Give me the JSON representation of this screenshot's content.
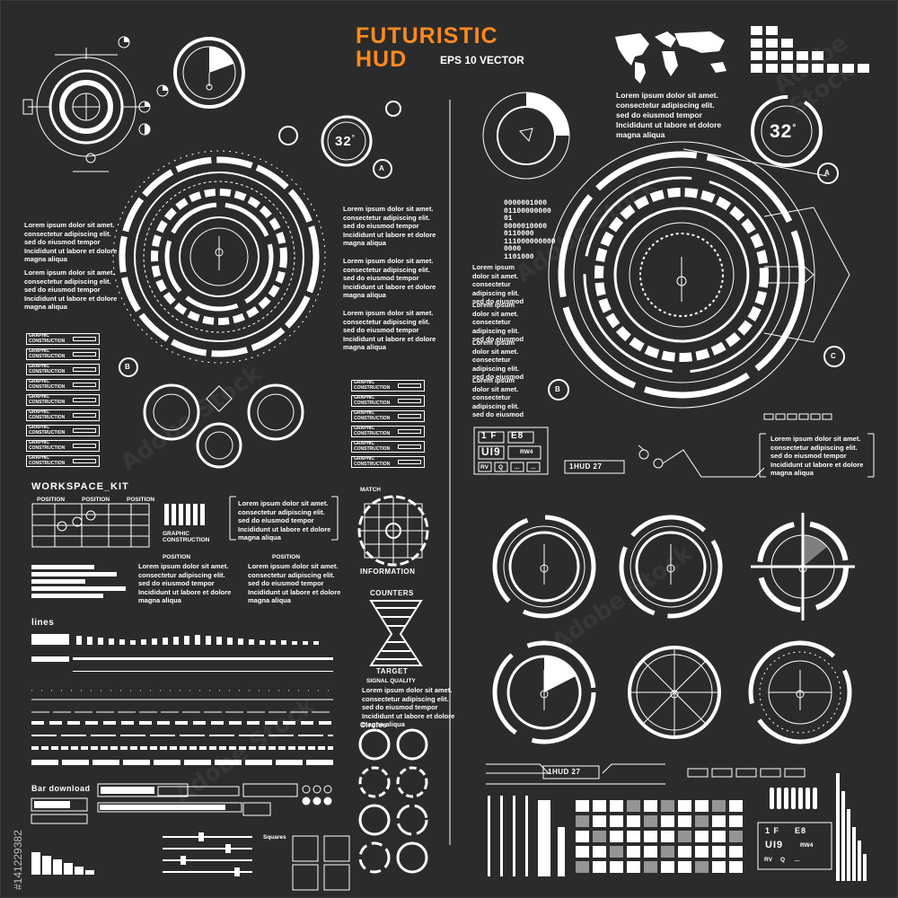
{
  "header": {
    "title_line1": "FUTURISTIC",
    "title_line2": "HUD",
    "subtitle": "EPS 10 VECTOR"
  },
  "colors": {
    "background": "#2b2b2b",
    "accent": "#ff8a1c",
    "hud": "#ffffff"
  },
  "lorem": {
    "block_short": "Lorem ipsum dolor sit amet.\nconsectetur adipiscing elit.\nsed do eiusmod tempor\nIncididunt ut labore et dolore\nmagna aliqua",
    "col_narrow": "Lorem ipsum\ndolor sit amet.\nconsectetur\nadipiscing elit.\nsed do eiusmod"
  },
  "temperature": {
    "left": "32",
    "right": "32",
    "unit": "°"
  },
  "markers": {
    "a": "A",
    "b": "B",
    "c": "C"
  },
  "graphic_construction": "GRAPHIC\nCONSTRUCTION",
  "workspace": {
    "title": "WORKSPACE_KIT",
    "position": "POSITION",
    "graphic_construction": "GRAPHIC\nCONSTRUCTION",
    "match": "MATCH",
    "information": "INFORMATION"
  },
  "labels": {
    "lines": "lines",
    "counters": "COUNTERS",
    "target": "TARGET",
    "signal_quality": "SIGNAL QUALITY",
    "circles": "Circles",
    "bar_download": "Bar download",
    "squares": "Squares"
  },
  "binary": "0000001000\n01100000000\n01\n0000010000\n0110000\n111000000000\n0000\n1101000",
  "readout": {
    "f": "1 F",
    "e8": "E8",
    "ui9": "UI9",
    "rw4": "RW4",
    "rv": "RV",
    "q": "Q",
    "dots": "...",
    "hud27": "1HUD 27"
  },
  "watermark": "Adobe Stock",
  "stock_id": "#141229382"
}
